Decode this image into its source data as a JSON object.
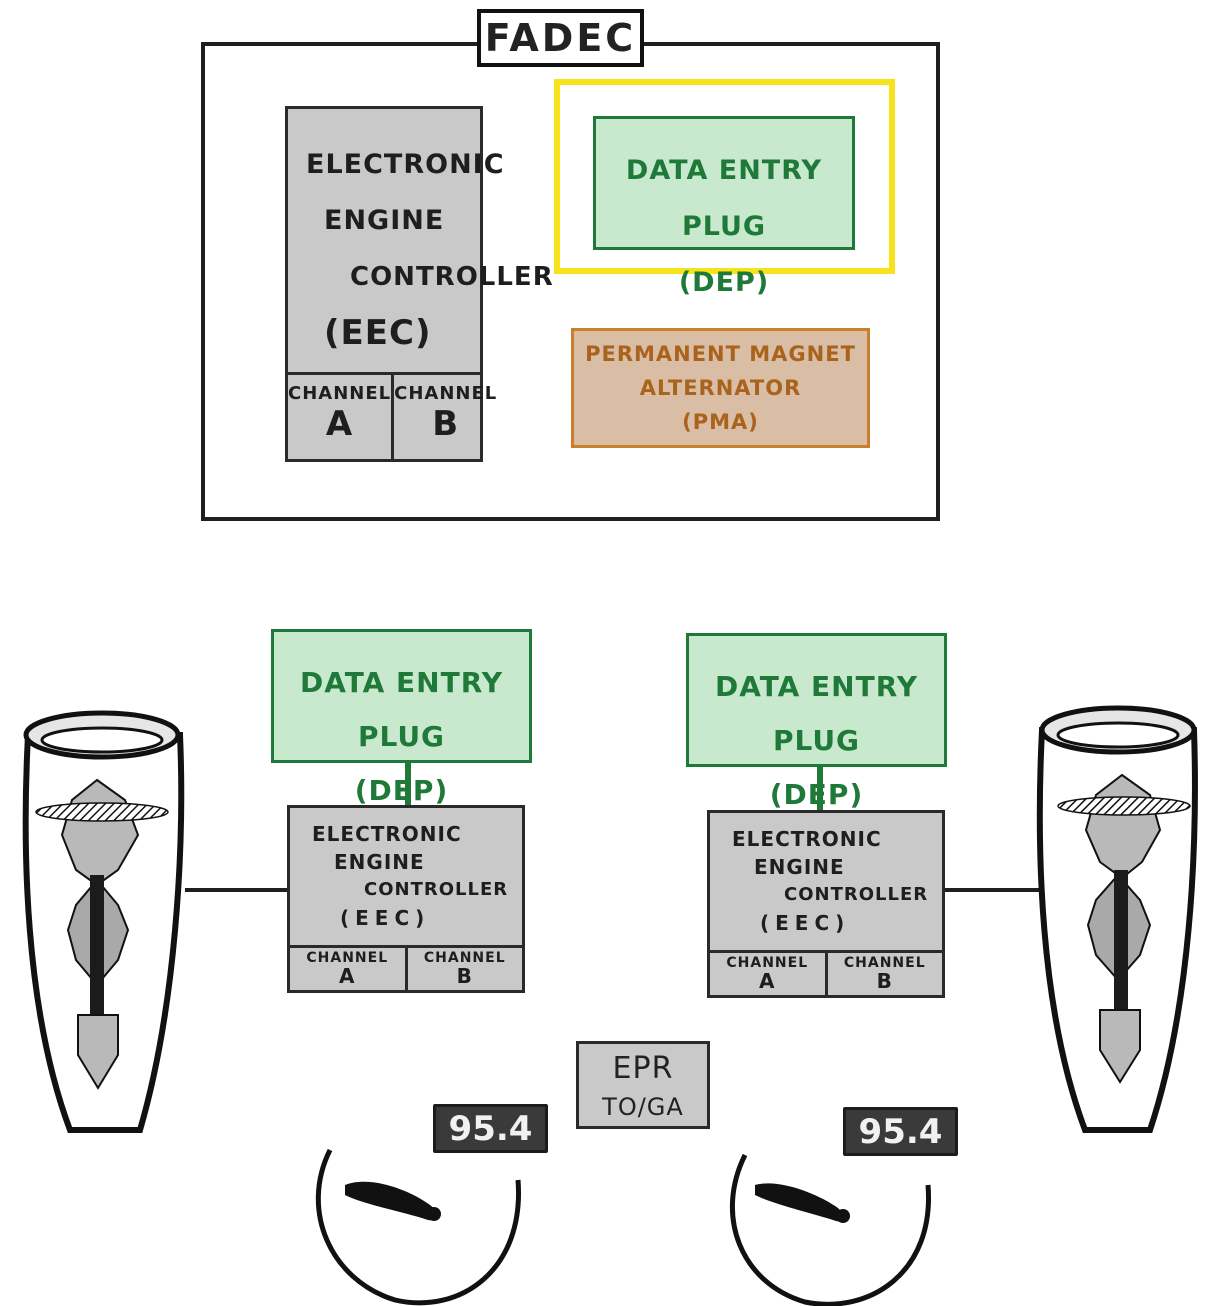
{
  "fadec": {
    "title": "FADEC",
    "eec": {
      "lines": [
        "ELECTRONIC",
        "ENGINE",
        "CONTROLLER",
        "(EEC)"
      ],
      "channel_label": "CHANNEL",
      "channel_a": "A",
      "channel_b": "B"
    },
    "dep": {
      "line1": "DATA ENTRY PLUG",
      "line2": "(DEP)"
    },
    "pma": {
      "lines": [
        "PERMANENT MAGNET",
        "ALTERNATOR",
        "(PMA)"
      ]
    }
  },
  "left_engine": {
    "dep": {
      "line1": "DATA ENTRY PLUG",
      "line2": "(DEP)"
    },
    "eec": {
      "lines": [
        "ELECTRONIC",
        "ENGINE",
        "CONTROLLER",
        "(EEC)"
      ],
      "channel_label": "CHANNEL",
      "channel_a": "A",
      "channel_b": "B"
    },
    "readout": "95.4"
  },
  "right_engine": {
    "dep": {
      "line1": "DATA ENTRY PLUG",
      "line2": "(DEP)"
    },
    "eec": {
      "lines": [
        "ELECTRONIC",
        "ENGINE",
        "CONTROLLER",
        "(EEC)"
      ],
      "channel_label": "CHANNEL",
      "channel_a": "A",
      "channel_b": "B"
    },
    "readout": "95.4"
  },
  "epr": {
    "line1": "EPR",
    "line2": "TO/GA"
  },
  "colors": {
    "dep_fill": "#c8e9cd",
    "dep_text": "#1f7a3a",
    "eec_fill": "#c9c9c9",
    "pma_fill": "#d9bda4",
    "pma_text": "#a9631c",
    "highlight": "#f7e21b",
    "readout_bg": "#3a3a3a"
  }
}
